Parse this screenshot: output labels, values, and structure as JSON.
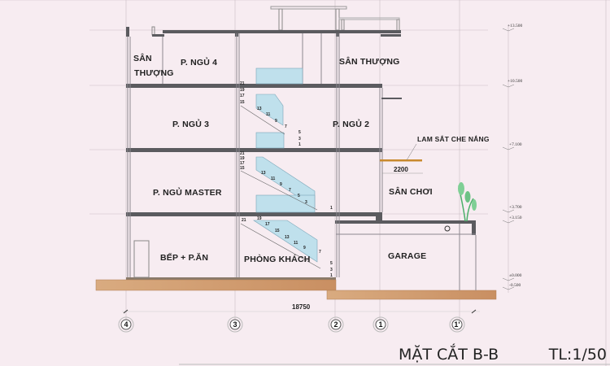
{
  "drawing": {
    "title": "MẶT CẮT B-B",
    "scale": "TL:1/50",
    "overall_dimension": "18750",
    "canopy_dimension": "2200",
    "canopy_label": "LAM SẮT CHE NẮNG"
  },
  "rooms": {
    "terrace_left_line1": "SÂN",
    "terrace_left_line2": "THƯỢNG",
    "bedroom4": "P. NGỦ 4",
    "terrace_right": "SÂN THƯỢNG",
    "bedroom3": "P. NGỦ 3",
    "bedroom2": "P. NGỦ 2",
    "master": "P. NGỦ MASTER",
    "play_yard": "SÂN CHƠI",
    "kitchen": "BẾP + P.ĂN",
    "living": "PHÒNG KHÁCH",
    "garage": "GARAGE"
  },
  "elevations": [
    "+13.500",
    "+10.500",
    "+7.100",
    "+3.700",
    "+3.150",
    "±0.000",
    "-0.500"
  ],
  "grid_axes": [
    "4",
    "3",
    "2",
    "1",
    "1'"
  ],
  "stair_steps": {
    "floor3": [
      "21",
      "19",
      "17",
      "15",
      "13",
      "11",
      "9",
      "7",
      "5",
      "3",
      "1"
    ],
    "floor2": [
      "21",
      "19",
      "17",
      "15",
      "13",
      "11",
      "9",
      "7",
      "5",
      "3",
      "1"
    ],
    "floor1": [
      "21",
      "19",
      "17",
      "15",
      "13",
      "11",
      "9",
      "7",
      "5",
      "3",
      "1"
    ]
  },
  "colors": {
    "background": "#f7ecf1",
    "slab": "#5b5b5f",
    "earth": "#d4a277",
    "glass": "#bfe0ec",
    "plant": "#4caf6a"
  }
}
